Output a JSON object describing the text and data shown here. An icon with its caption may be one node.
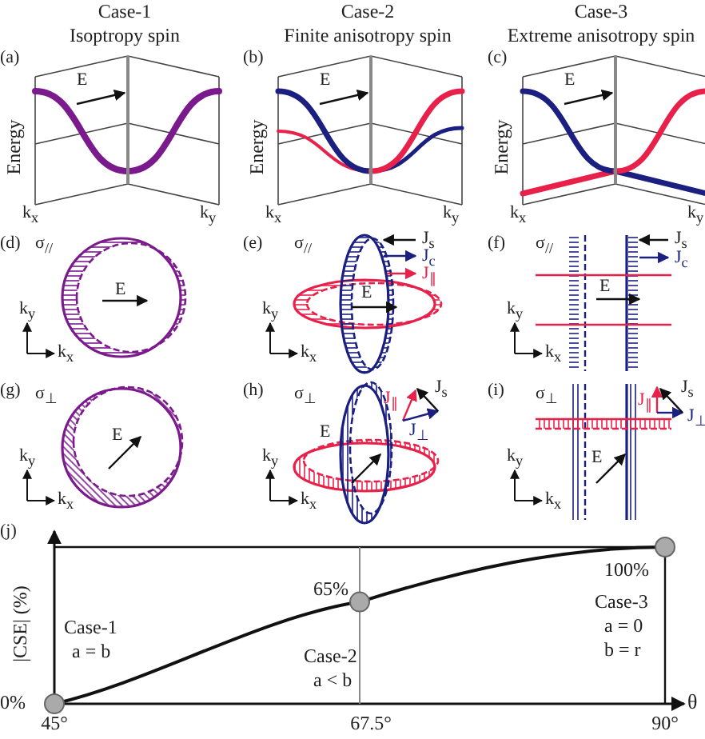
{
  "diagram": {
    "labels": [
      "Case-1",
      "Isoptropy spin",
      "Case-2",
      "Finite anisotropy spin",
      "Case-3",
      "Extreme anisotropy spin",
      "(a)",
      "E",
      "Energy",
      "k$_{x}$",
      "k$_{y}$",
      "(b)",
      "E",
      "Energy",
      "k$_{x}$",
      "k$_{y}$",
      "(c)",
      "E",
      "Energy",
      "k$_{x}$",
      "k$_{y}$",
      "(d)",
      "σ$_{//}$",
      "E",
      "k$_{y}$",
      "k$_{x}$",
      "(e)",
      "σ$_{//}$",
      "J$_{s}$",
      "J$_{c}$",
      "J$_{∥}$",
      "E",
      "k$_{y}$",
      "k$_{x}$",
      "(f)",
      "σ$_{//}$",
      "J$_{s}$",
      "J$_{c}$",
      "E",
      "k$_{y}$",
      "k$_{x}$",
      "(g)",
      "σ$_{⊥}$",
      "E",
      "k$_{y}$",
      "k$_{x}$",
      "(h)",
      "σ$_{⊥}$",
      "J$_{∥}$",
      "J$_{s}$",
      "E",
      "J$_{⊥}$",
      "k$_{y}$",
      "k$_{x}$",
      "(i)",
      "σ$_{⊥}$",
      "J$_{∥}$",
      "J$_{s}$",
      "J$_{⊥}$",
      "E",
      "k$_{y}$",
      "k$_{x}$",
      "(j)",
      "100%",
      "65%",
      "Case-3",
      "|CSE| (%)",
      "Case-1",
      "a = 0",
      "a = b",
      "b = r",
      "Case-2",
      "a < b",
      "0%",
      "θ",
      "45°",
      "67.5°",
      "90°"
    ]
  }
}
